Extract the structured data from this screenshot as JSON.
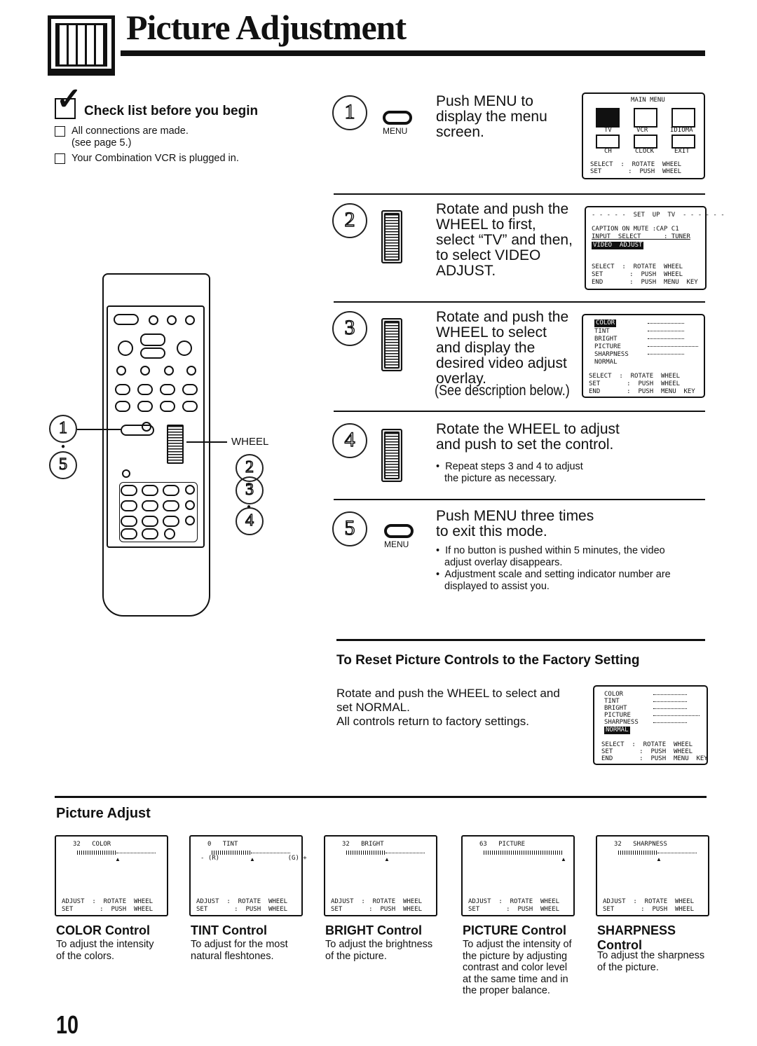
{
  "header": {
    "title": "Picture Adjustment"
  },
  "checklist": {
    "title": "Check list before you begin",
    "items": [
      {
        "line1": "All connections are made.",
        "line2": "(see page 5.)"
      },
      {
        "line1": "Your Combination VCR is plugged in.",
        "line2": ""
      }
    ]
  },
  "remote": {
    "wheel_label": "WHEEL",
    "callouts_left": [
      "1",
      "5"
    ],
    "callouts_right": [
      "2",
      "3",
      "4"
    ]
  },
  "steps": [
    {
      "num": "1",
      "icon": "menu-button",
      "icon_label": "MENU",
      "lines": [
        "Push MENU to",
        "display the menu",
        "screen."
      ]
    },
    {
      "num": "2",
      "icon": "wheel",
      "lines": [
        "Rotate and push the",
        "WHEEL to first,",
        "select “TV” and then,",
        "to select VIDEO",
        "ADJUST."
      ]
    },
    {
      "num": "3",
      "icon": "wheel",
      "lines": [
        "Rotate and push the",
        "WHEEL to select",
        "and display the",
        "desired video adjust",
        "overlay."
      ],
      "note": "(See description below.)"
    },
    {
      "num": "4",
      "icon": "wheel",
      "lines": [
        "Rotate the WHEEL to adjust",
        "and push to set the control."
      ],
      "bullets": [
        [
          "Repeat steps 3 and 4 to adjust",
          "the picture as necessary."
        ]
      ]
    },
    {
      "num": "5",
      "icon": "menu-button",
      "icon_label": "MENU",
      "lines": [
        "Push MENU three times",
        "to exit this mode."
      ],
      "bullets": [
        [
          "If no button is pushed within 5 minutes, the video",
          "adjust overlay disappears."
        ],
        [
          "Adjustment scale and setting indicator number are",
          "displayed to assist you."
        ]
      ]
    }
  ],
  "osd_main_menu": {
    "title": "MAIN MENU",
    "items": [
      "TV",
      "VCR",
      "IDIOMA",
      "CH",
      "CLOCK",
      "EXIT"
    ],
    "footer": [
      "SELECT  :  ROTATE  WHEEL",
      "SET       :  PUSH  WHEEL"
    ]
  },
  "osd_setup_tv": {
    "title": "- - - - -  SET  UP  TV  - - - - - -",
    "lines": [
      "CAPTION ON MUTE :CAP C1",
      "INPUT  SELECT      : TUNER"
    ],
    "highlight": "VIDEO  ADJUST",
    "footer": [
      "SELECT  :  ROTATE  WHEEL",
      "SET       :  PUSH  WHEEL",
      "END       :  PUSH  MENU  KEY"
    ]
  },
  "osd_adjust_list": {
    "highlight": "COLOR",
    "items": [
      "TINT",
      "BRIGHT",
      "PICTURE",
      "SHARPNESS",
      "NORMAL"
    ],
    "footer": [
      "SELECT  :  ROTATE  WHEEL",
      "SET       :  PUSH  WHEEL",
      "END       :  PUSH  MENU  KEY"
    ]
  },
  "reset": {
    "title": "To Reset Picture Controls to the Factory Setting",
    "text1": "Rotate and push the WHEEL to select and",
    "text2": "set NORMAL.",
    "text3": "All controls return to factory settings.",
    "osd": {
      "items": [
        "COLOR",
        "TINT",
        "BRIGHT",
        "PICTURE",
        "SHARPNESS"
      ],
      "highlight": "NORMAL",
      "footer": [
        "SELECT  :  ROTATE  WHEEL",
        "SET       :  PUSH  WHEEL",
        "END       :  PUSH  MENU  KEY"
      ]
    }
  },
  "picture_adjust": {
    "title": "Picture Adjust",
    "footer": [
      "ADJUST  :  ROTATE  WHEEL",
      "SET       :  PUSH  WHEEL"
    ],
    "controls": [
      {
        "value": "32",
        "name": "COLOR",
        "extra": "",
        "level": 0.5,
        "heading": "COLOR Control",
        "heading2": "",
        "desc": [
          "To adjust the intensity",
          "of the colors."
        ]
      },
      {
        "value": "0",
        "name": "TINT",
        "extra": "- (R)                  (G) +",
        "level": 0.5,
        "heading": "TINT Control",
        "heading2": "",
        "desc": [
          "To adjust for the most",
          "natural fleshtones."
        ]
      },
      {
        "value": "32",
        "name": "BRIGHT",
        "extra": "",
        "level": 0.5,
        "heading": "BRIGHT Control",
        "heading2": "",
        "desc": [
          "To adjust the brightness",
          "of the picture."
        ]
      },
      {
        "value": "63",
        "name": "PICTURE",
        "extra": "",
        "level": 1.0,
        "heading": "PICTURE Control",
        "heading2": "",
        "desc": [
          "To adjust the intensity of",
          "the picture by adjusting",
          "contrast and color level",
          "at the same time and in",
          "the proper balance."
        ]
      },
      {
        "value": "32",
        "name": "SHARPNESS",
        "extra": "",
        "level": 0.5,
        "heading": "SHARPNESS",
        "heading2": "Control",
        "desc": [
          "To adjust the sharpness",
          "of the picture."
        ]
      }
    ]
  },
  "page_number": "10"
}
